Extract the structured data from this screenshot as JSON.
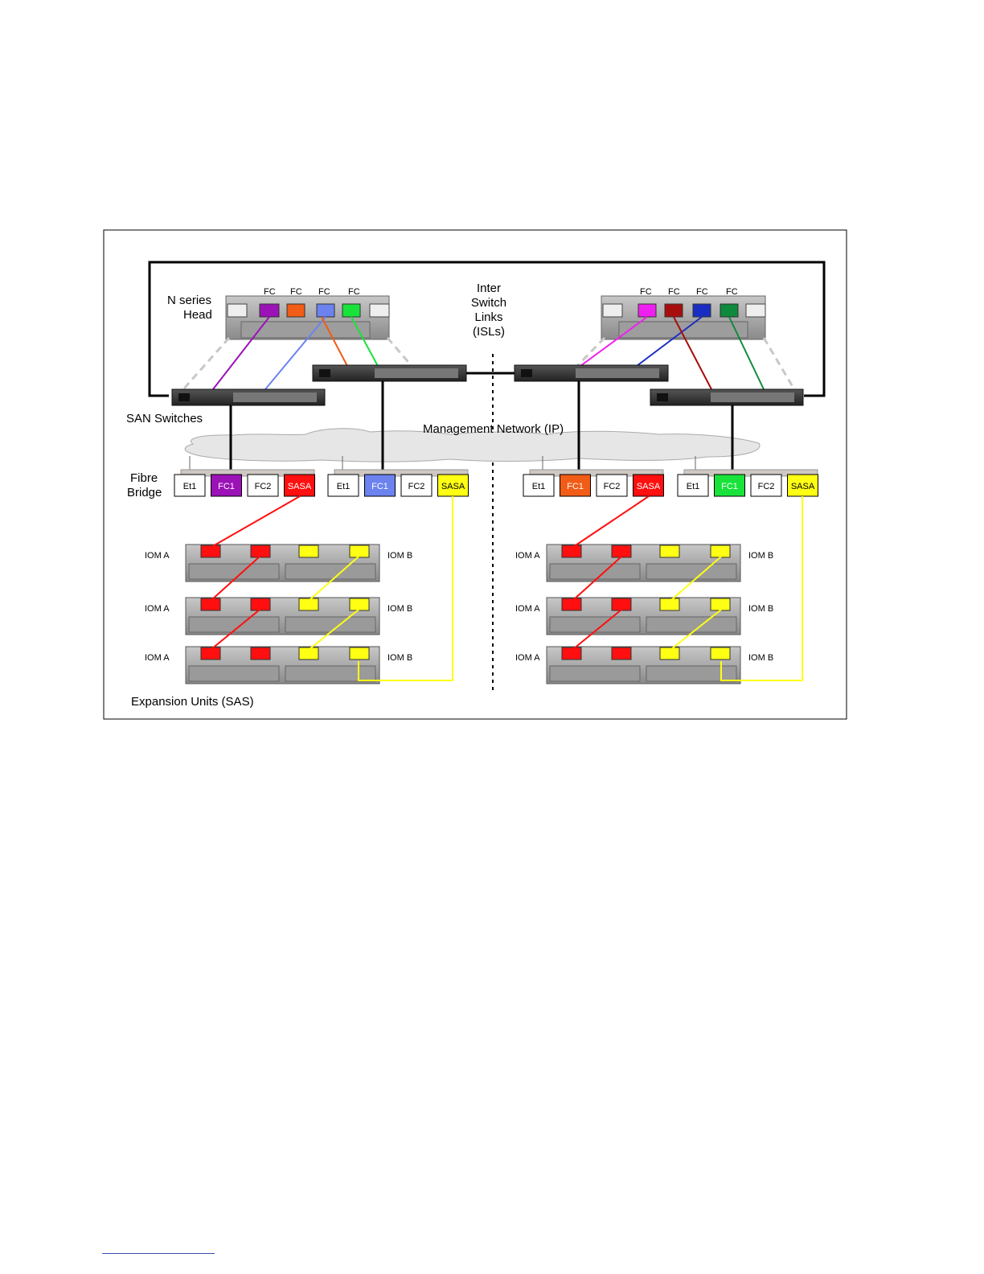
{
  "labels": {
    "head": [
      "N series",
      "Head"
    ],
    "isl": [
      "Inter",
      "Switch",
      "Links",
      "(ISLs)"
    ],
    "san_switches": "SAN Switches",
    "management_network": "Management  Network (IP)",
    "fibre_bridge": [
      "Fibre",
      "Bridge"
    ],
    "expansion_units": "Expansion  Units (SAS)",
    "fc_port": "FC",
    "iom_a": "IOM A",
    "iom_b": "IOM B"
  },
  "bridge_ports": [
    "Et1",
    "FC1",
    "FC2",
    "SASA"
  ],
  "bridges": [
    {
      "fc1_color": "#9b12b7"
    },
    {
      "fc1_color": "#6b82ef"
    },
    {
      "fc1_color": "#f15c16"
    },
    {
      "fc1_color": "#19e33a"
    }
  ],
  "head_fc_colors": {
    "left": [
      "#9b12b7",
      "#f15c16",
      "#6b82ef",
      "#19e33a"
    ],
    "right": [
      "#ef1fef",
      "#a80d0d",
      "#1a2dc2",
      "#0e8a3c"
    ]
  },
  "colors": {
    "sas_a": "#ff0f0f",
    "sas_b": "#ffff14",
    "cloud": "#e6e6e6",
    "frame": "#000000"
  }
}
